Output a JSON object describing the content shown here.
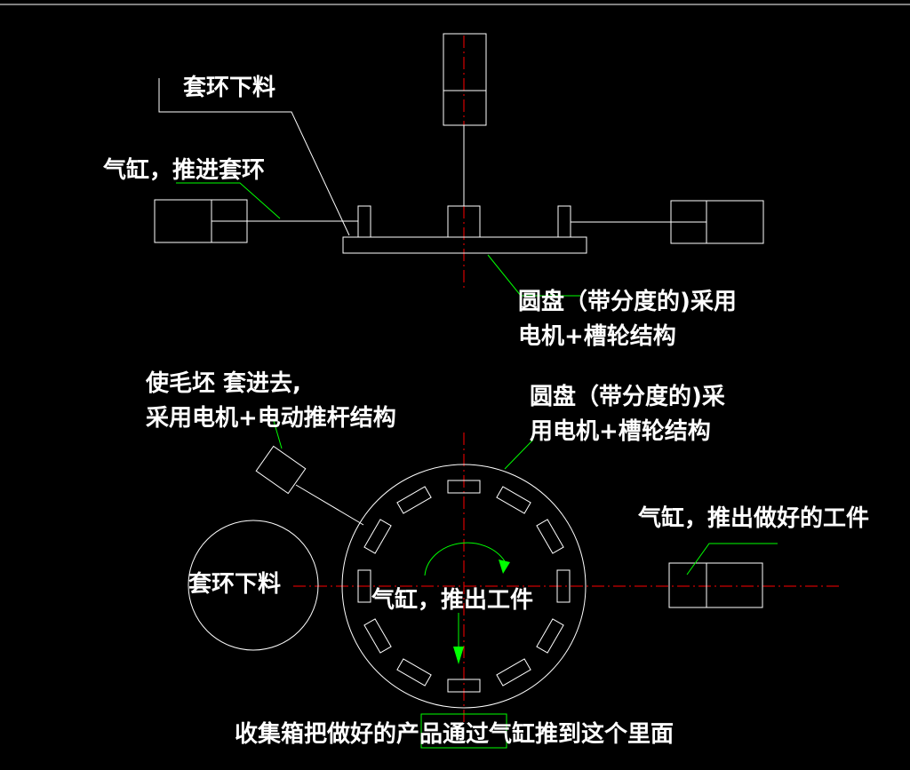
{
  "labels": {
    "ring_feed_top": "套环下料",
    "cylinder_push_ring": "气缸，推进套环",
    "disc_top_line1": "圆盘（带分度的)采用",
    "disc_top_line2": "电机+槽轮结构",
    "blank_line1": "使毛坯 套进去,",
    "blank_line2": "采用电机+电动推杆结构",
    "disc_bottom_line1": "圆盘（带分度的)采",
    "disc_bottom_line2": "用电机+槽轮结构",
    "cylinder_push_finished": "气缸，推出做好的工件",
    "ring_feed_bottom": "套环下料",
    "cylinder_push_workpiece": "气缸，推出工件",
    "collection_box": "收集箱把做好的产品通过气缸推到这个里面"
  },
  "colors": {
    "background": "#000000",
    "line": "#ffffff",
    "centerline": "#ff0000",
    "leader": "#00ff00"
  }
}
